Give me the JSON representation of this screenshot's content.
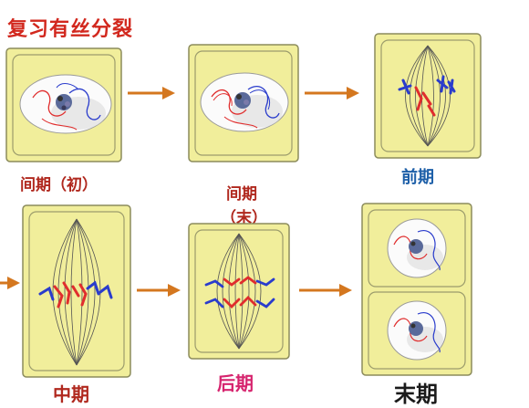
{
  "title": "复习有丝分裂",
  "stages": [
    {
      "id": "interphase-early",
      "label": "间期（初）"
    },
    {
      "id": "interphase-late",
      "label_line1": "间期",
      "label_line2": "（末）"
    },
    {
      "id": "prophase",
      "label": "前期"
    },
    {
      "id": "metaphase",
      "label": "中期"
    },
    {
      "id": "anaphase",
      "label": "后期"
    },
    {
      "id": "telophase",
      "label": "末期"
    }
  ],
  "colors": {
    "cell_fill": "#f1ee9b",
    "cell_border": "#8c8c5c",
    "arrow": "#d4771f",
    "chromosome_red": "#e02d2d",
    "chromosome_blue": "#2a3ccc"
  }
}
